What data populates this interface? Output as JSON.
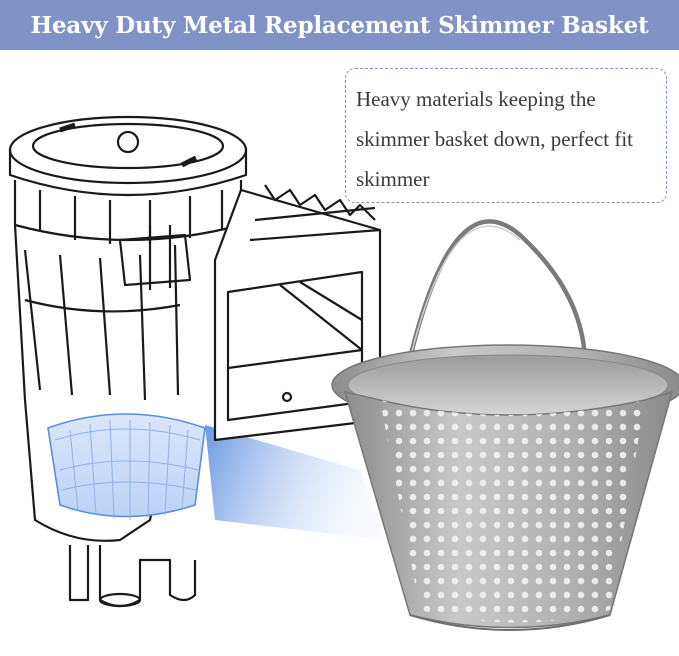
{
  "banner": {
    "title": "Heavy Duty Metal Replacement Skimmer Basket"
  },
  "callout": {
    "text": "Heavy materials keeping the skimmer basket down, perfect fit skimmer"
  },
  "colors": {
    "banner_bg": "#7f93c6",
    "callout_border": "#7f93c6",
    "highlight_blue": "#5b8de0",
    "basket_metal": "#a9a9a9"
  },
  "icons": {
    "skimmer": "pool-skimmer-illustration",
    "basket": "metal-skimmer-basket-photo"
  }
}
